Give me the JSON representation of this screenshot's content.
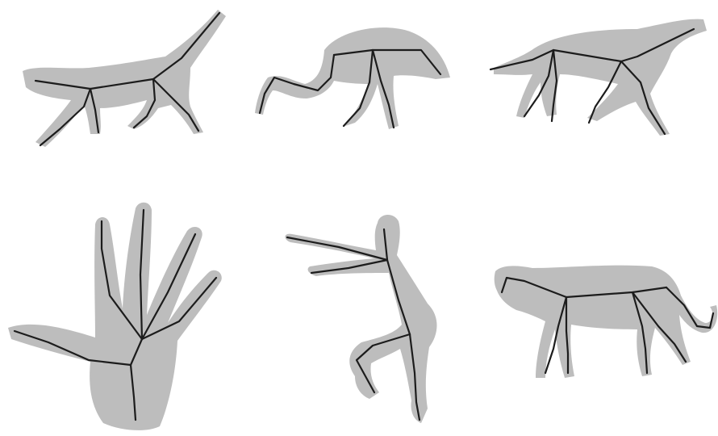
{
  "figures": [
    {
      "shape": "cat-walking",
      "silhouette_color": "#bdbdbd",
      "skeleton_color": "#1c1c1c"
    },
    {
      "shape": "ostrich-bending",
      "silhouette_color": "#bdbdbd",
      "skeleton_color": "#1c1c1c"
    },
    {
      "shape": "dog-walking",
      "silhouette_color": "#bdbdbd",
      "skeleton_color": "#1c1c1c"
    },
    {
      "shape": "hand-open",
      "silhouette_color": "#bdbdbd",
      "skeleton_color": "#1c1c1c"
    },
    {
      "shape": "human-crouching",
      "silhouette_color": "#bdbdbd",
      "skeleton_color": "#1c1c1c"
    },
    {
      "shape": "leopard-standing",
      "silhouette_color": "#bdbdbd",
      "skeleton_color": "#1c1c1c"
    }
  ]
}
